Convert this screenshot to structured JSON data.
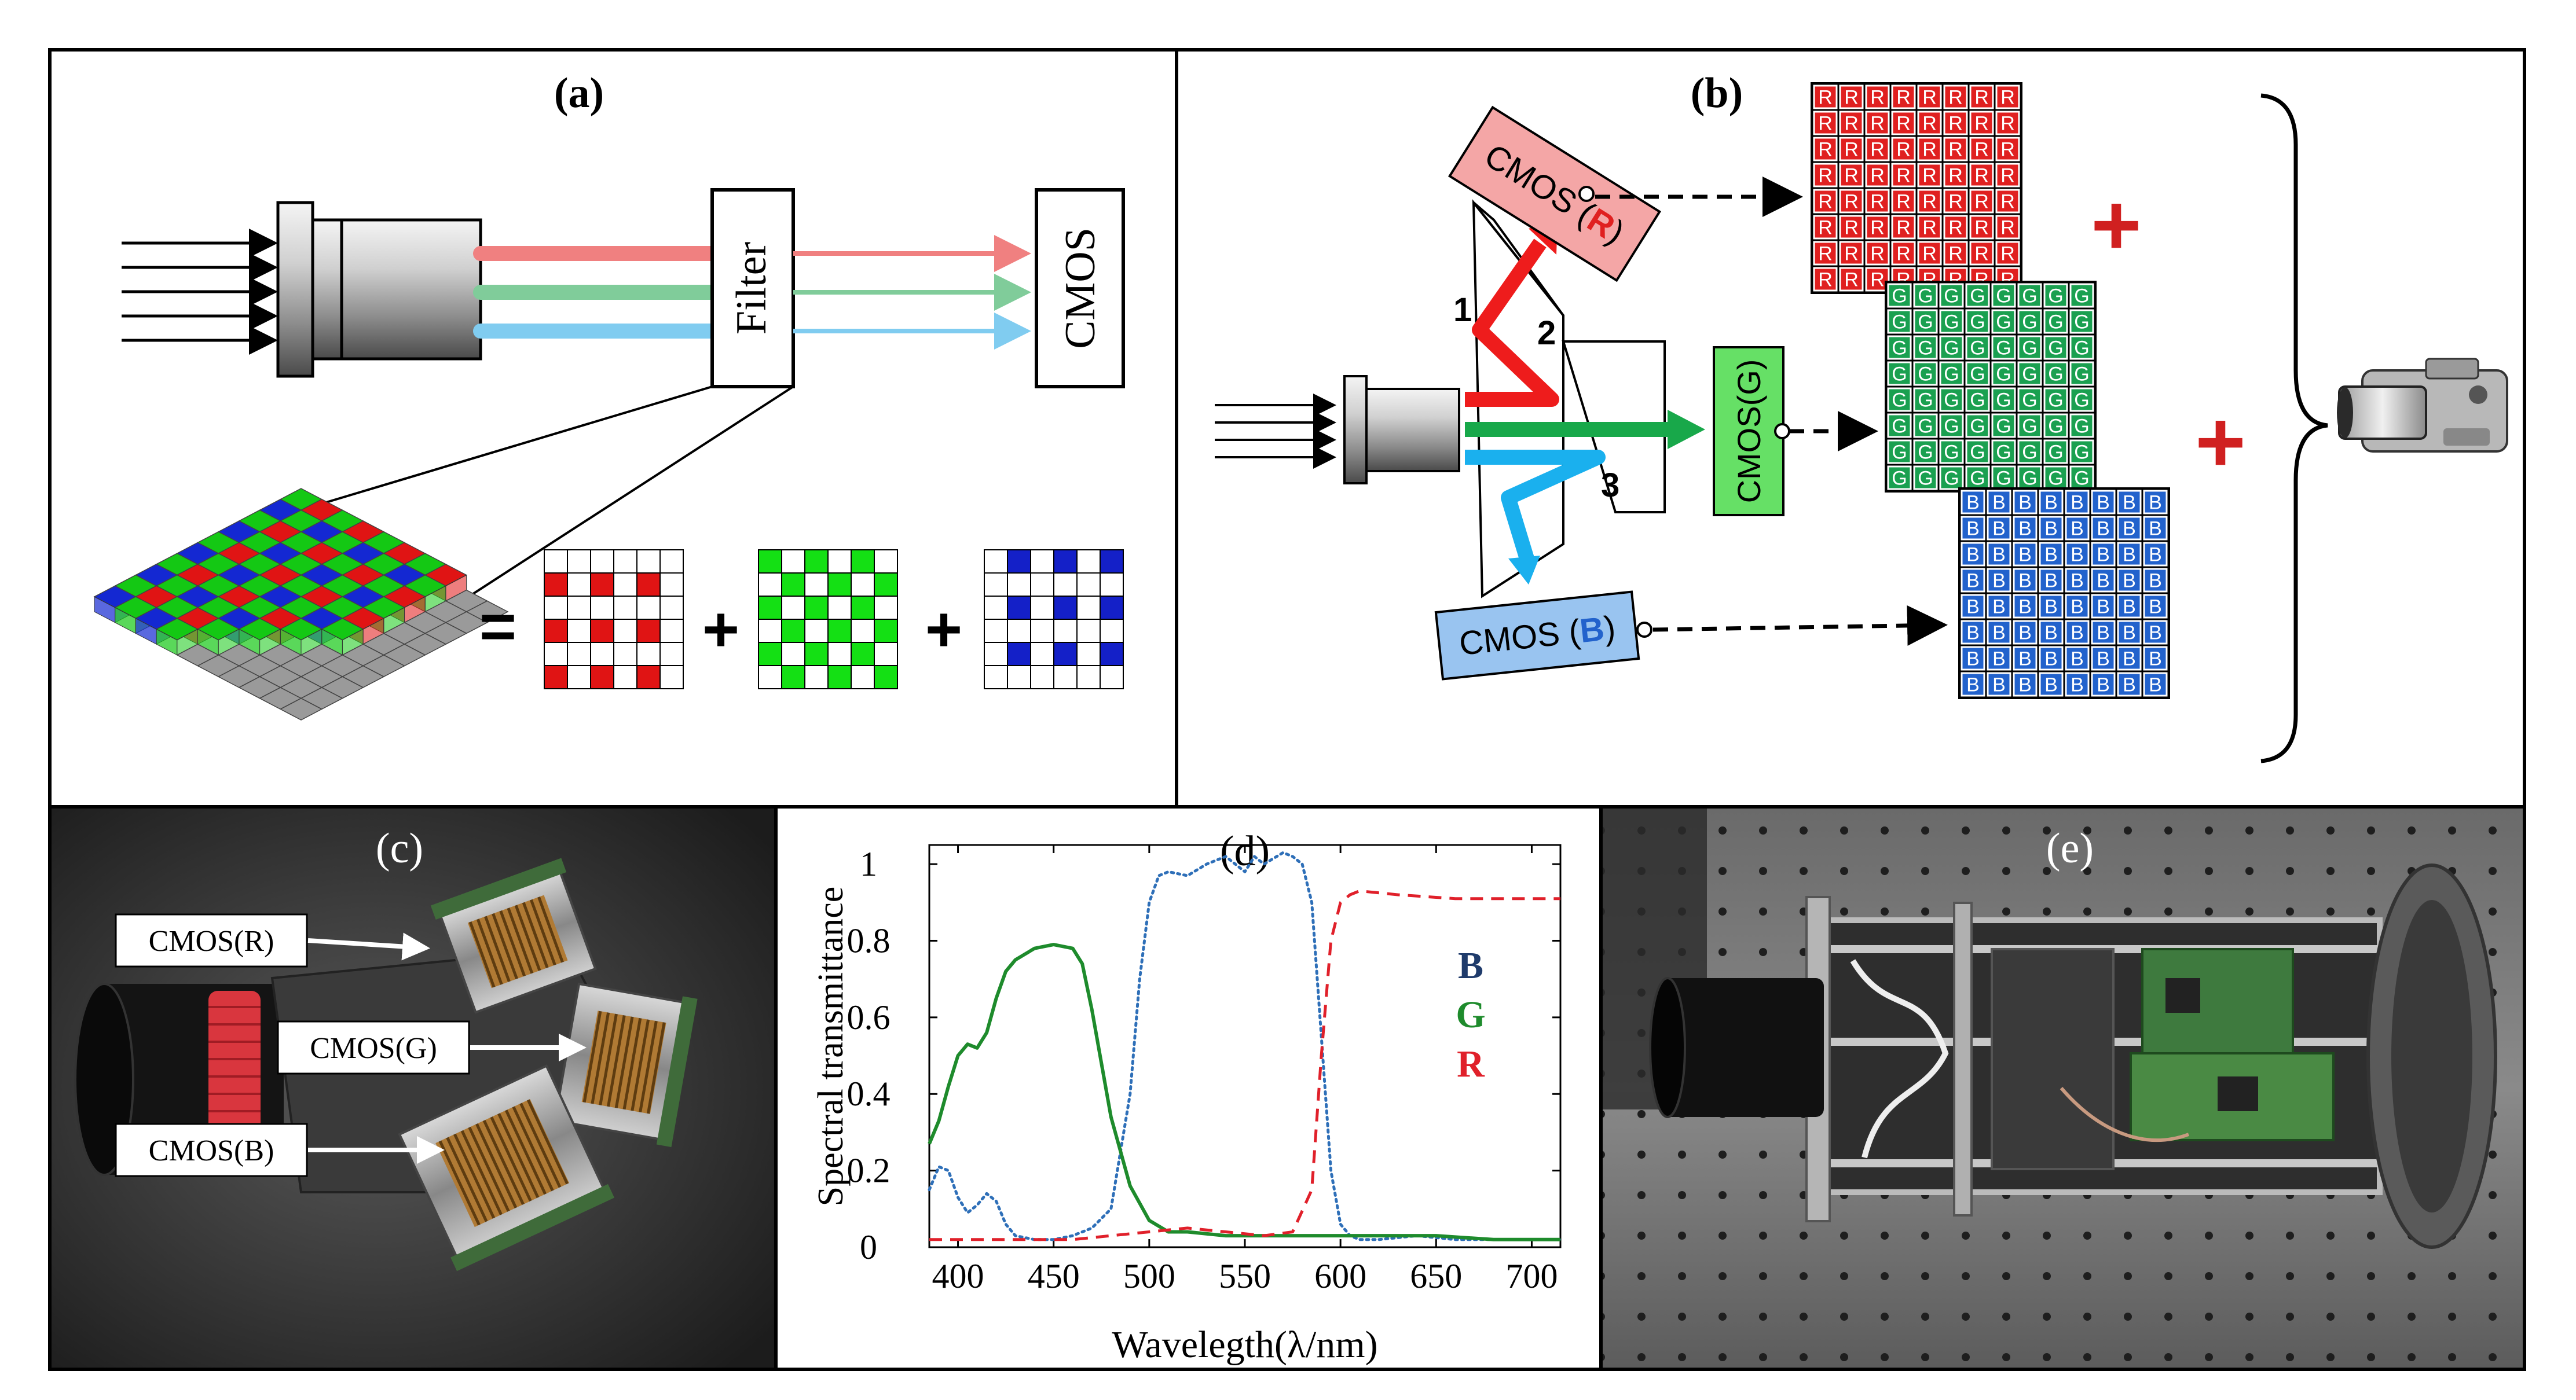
{
  "panels": {
    "a": {
      "label": "(a)",
      "filter_label": "Filter",
      "cmos_label": "CMOS",
      "equals": "=",
      "plus": "+"
    },
    "b": {
      "label": "(b)",
      "cmos_r": {
        "prefix": "CMOS (",
        "letter": "R",
        "suffix": ")"
      },
      "cmos_g": "CMOS(G)",
      "cmos_b": {
        "prefix": "CMOS (",
        "letter": "B",
        "suffix": ")"
      },
      "prism_faces": [
        "1",
        "2",
        "3"
      ],
      "grid_letters": [
        "R",
        "G",
        "B"
      ],
      "plus": "+"
    },
    "c": {
      "label": "(c)",
      "callouts": [
        "CMOS(R)",
        "CMOS(G)",
        "CMOS(B)"
      ]
    },
    "d": {
      "label": "(d)",
      "legend": [
        "B",
        "G",
        "R"
      ]
    },
    "e": {
      "label": "(e)"
    }
  },
  "colors": {
    "red": "#e02020",
    "green": "#1aa050",
    "blue": "#2262cc",
    "ray_red": "#f08080",
    "ray_green": "#80cc9a",
    "ray_blue": "#80ccf0",
    "cmos_r_box": "#f4a6a6",
    "cmos_g_box": "#66e066",
    "cmos_b_box": "#99c4f0"
  },
  "chart_data": {
    "type": "line",
    "title": "",
    "xlabel": "Wavelegth(λ/nm)",
    "ylabel": "Spectral transmittance",
    "xlim": [
      385,
      715
    ],
    "ylim": [
      0,
      1.05
    ],
    "x_ticks": [
      400,
      450,
      500,
      550,
      600,
      650,
      700
    ],
    "y_ticks": [
      0,
      0.2,
      0.4,
      0.6,
      0.8,
      1
    ],
    "y_tick_labels": [
      "0",
      "0.2",
      "0.4",
      "0.6",
      "0.8",
      "1"
    ],
    "series": [
      {
        "name": "B",
        "style": "dotted",
        "color": "#2e6fb8",
        "x": [
          385,
          390,
          395,
          400,
          405,
          410,
          415,
          420,
          425,
          430,
          440,
          450,
          460,
          470,
          480,
          490,
          495,
          500,
          505,
          510,
          520,
          530,
          540,
          550,
          555,
          560,
          570,
          575,
          580,
          585,
          590,
          595,
          600,
          605,
          610,
          620,
          640,
          660,
          680,
          700,
          715
        ],
        "y": [
          0.15,
          0.21,
          0.2,
          0.13,
          0.09,
          0.11,
          0.14,
          0.12,
          0.06,
          0.03,
          0.02,
          0.02,
          0.03,
          0.05,
          0.1,
          0.4,
          0.7,
          0.9,
          0.97,
          0.98,
          0.97,
          1.0,
          1.02,
          0.98,
          1.02,
          1.0,
          1.03,
          1.02,
          1.0,
          0.9,
          0.55,
          0.2,
          0.06,
          0.03,
          0.02,
          0.02,
          0.03,
          0.02,
          0.02,
          0.02,
          0.02
        ]
      },
      {
        "name": "G",
        "style": "solid",
        "color": "#1e8b2c",
        "x": [
          385,
          390,
          395,
          400,
          405,
          410,
          415,
          420,
          425,
          430,
          440,
          450,
          460,
          465,
          470,
          475,
          480,
          490,
          500,
          510,
          520,
          540,
          560,
          580,
          600,
          620,
          650,
          680,
          715
        ],
        "y": [
          0.27,
          0.33,
          0.42,
          0.5,
          0.53,
          0.52,
          0.56,
          0.65,
          0.72,
          0.75,
          0.78,
          0.79,
          0.78,
          0.74,
          0.62,
          0.48,
          0.34,
          0.16,
          0.07,
          0.04,
          0.04,
          0.03,
          0.03,
          0.03,
          0.03,
          0.03,
          0.03,
          0.02,
          0.02
        ]
      },
      {
        "name": "R",
        "style": "dashed",
        "color": "#e0202a",
        "x": [
          385,
          420,
          460,
          480,
          500,
          520,
          540,
          560,
          575,
          585,
          590,
          595,
          600,
          605,
          610,
          630,
          660,
          700,
          715
        ],
        "y": [
          0.02,
          0.02,
          0.02,
          0.03,
          0.04,
          0.05,
          0.04,
          0.03,
          0.04,
          0.15,
          0.5,
          0.8,
          0.9,
          0.92,
          0.93,
          0.92,
          0.91,
          0.91,
          0.91
        ]
      }
    ]
  }
}
